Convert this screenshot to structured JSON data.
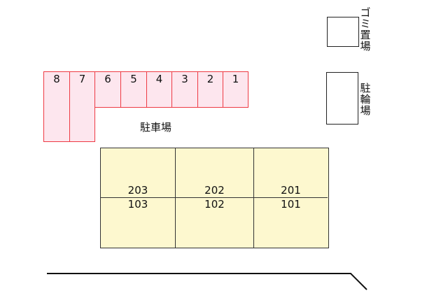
{
  "parking": {
    "label": "駐車場",
    "slots": [
      {
        "number": "8"
      },
      {
        "number": "7"
      },
      {
        "number": "6"
      },
      {
        "number": "5"
      },
      {
        "number": "4"
      },
      {
        "number": "3"
      },
      {
        "number": "2"
      },
      {
        "number": "1"
      }
    ],
    "fill_color": "#fde6ee",
    "border_color": "#ee3a44"
  },
  "garbage": {
    "label": "ゴミ置場",
    "chars": [
      "ゴ",
      "ミ",
      "置",
      "場"
    ]
  },
  "bicycle": {
    "label": "駐輪場",
    "chars": [
      "駐",
      "輪",
      "場"
    ]
  },
  "building": {
    "fill_color": "#fdf8cf",
    "units": [
      {
        "upper": "203",
        "lower": "103"
      },
      {
        "upper": "202",
        "lower": "102"
      },
      {
        "upper": "201",
        "lower": "101"
      }
    ]
  },
  "road": {
    "type": "line"
  }
}
